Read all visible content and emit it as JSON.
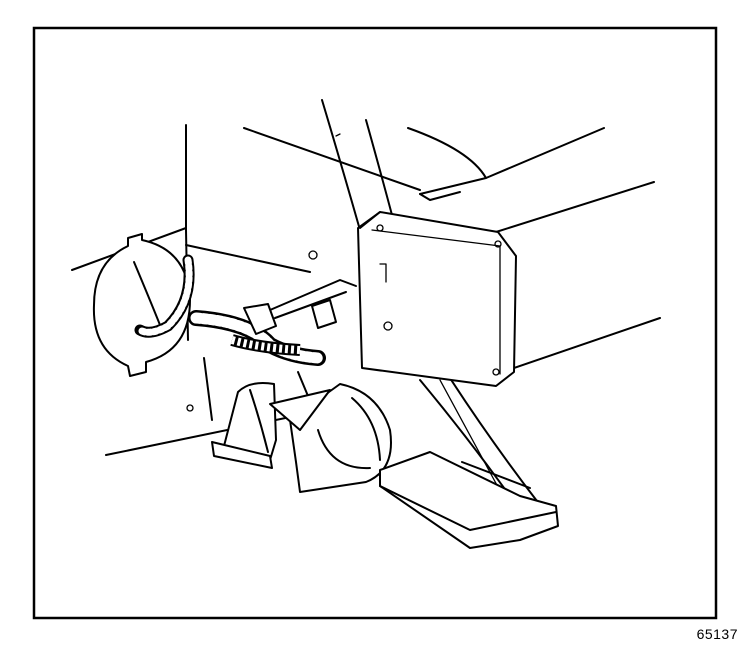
{
  "figure": {
    "figure_id": "65137",
    "border_color": "#000000",
    "background_color": "#ffffff",
    "subject": [
      "wiring-harness",
      "horn",
      "control-module",
      "bumper-bracket",
      "grommet"
    ]
  }
}
